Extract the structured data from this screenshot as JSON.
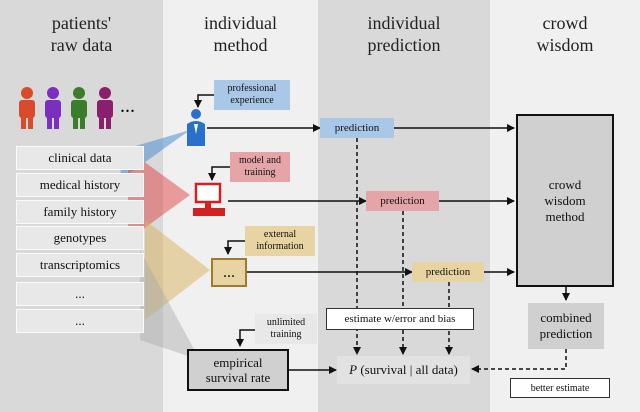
{
  "columns": {
    "raw": "patients'\nraw data",
    "method": "individual\nmethod",
    "prediction": "individual\nprediction",
    "crowd": "crowd\nwisdom"
  },
  "people_ellipsis": "...",
  "data_rows": [
    "clinical data",
    "medical history",
    "family history",
    "genotypes",
    "transcriptomics",
    "...",
    "..."
  ],
  "inputs": {
    "professional": "professional\nexperience",
    "model": "model and\ntraining",
    "external": "external\ninformation",
    "unlimited": "unlimited\ntraining",
    "computer_screen": "..."
  },
  "predictions": [
    "prediction",
    "prediction",
    "prediction"
  ],
  "estimate_bias": "estimate w/error and bias",
  "empirical": "empirical\nsurvival rate",
  "survival": {
    "p": "P",
    "rest": " (survival | all data)"
  },
  "crowd_method": "crowd\nwisdom\nmethod",
  "combined": "combined\nprediction",
  "better": "better estimate",
  "colors": {
    "blue": "#4f8fd0",
    "blue_light": "#a9c7e6",
    "red": "#e03030",
    "red_light": "#e5a5a8",
    "gold": "#c9a65a",
    "gold_light": "#e8d3a2",
    "person_red": "#d94b2b",
    "person_purple": "#7b2fbf",
    "person_green": "#3a7d2a",
    "person_magenta": "#8b1f6b"
  }
}
